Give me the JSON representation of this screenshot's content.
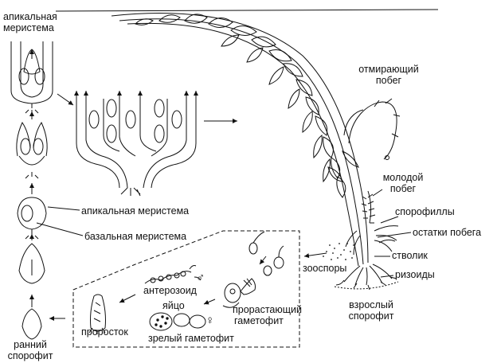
{
  "labels": {
    "apical_meristem_top_1": "апикальная",
    "apical_meristem_top_2": "меристема",
    "dying_shoot_1": "отмирающий",
    "dying_shoot_2": "побег",
    "young_shoot_1": "молодой",
    "young_shoot_2": "побег",
    "sporophylls": "спорофиллы",
    "shoot_remnants": "остатки побега",
    "stipe": "стволик",
    "rhizoids": "ризоиды",
    "zoospores": "зооспоры",
    "adult_sporophyte_1": "взрослый",
    "adult_sporophyte_2": "спорофит",
    "apical_meristem_mid": "апикальная меристема",
    "basal_meristem": "базальная меристема",
    "antherozoid": "антерозоид",
    "male_symbol": "♂",
    "egg": "яйцо",
    "female_symbol": "♀",
    "germinating_gametophyte_1": "прорастающий",
    "germinating_gametophyte_2": "гаметофит",
    "sprout": "проросток",
    "mature_gametophyte": "зрелый гаметофит",
    "early_sporophyte_1": "ранний",
    "early_sporophyte_2": "спорофит"
  }
}
